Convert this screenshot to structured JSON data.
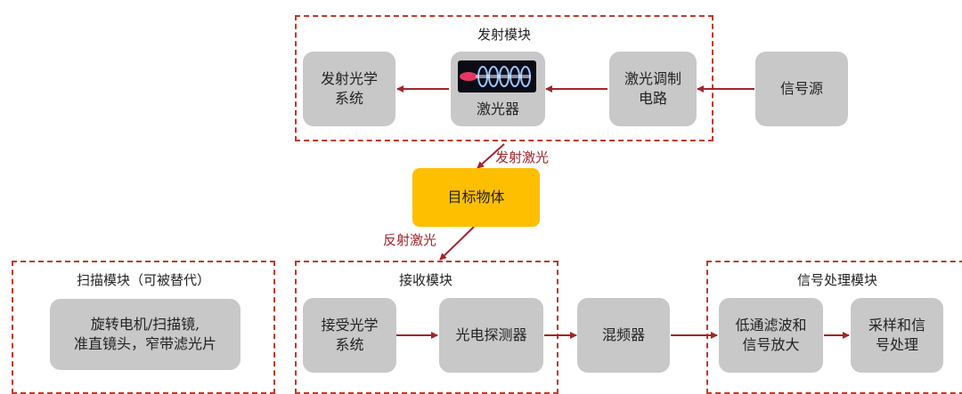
{
  "modules": {
    "transmit": {
      "title": "发射模块"
    },
    "scan": {
      "title": "扫描模块（可被替代）"
    },
    "receive": {
      "title": "接收模块"
    },
    "signal": {
      "title": "信号处理模块"
    }
  },
  "nodes": {
    "tx_optics": "发射光学\n系统",
    "laser": "激光器",
    "modulator": "激光调制\n电路",
    "signal_source": "信号源",
    "target": "目标物体",
    "scanner": "旋转电机/扫描镜,\n准直镜头，窄带滤光片",
    "rx_optics": "接受光学\n系统",
    "photodetector": "光电探测器",
    "mixer": "混频器",
    "lowpass": "低通滤波和\n信号放大",
    "sampling": "采样和信\n号处理"
  },
  "labels": {
    "emit_laser": "发射激光",
    "reflect_laser": "反射激光"
  },
  "colors": {
    "arrow": "#a3242a",
    "dash": "#c0392b",
    "box": "#c8c8c8",
    "target": "#fdbf00"
  }
}
